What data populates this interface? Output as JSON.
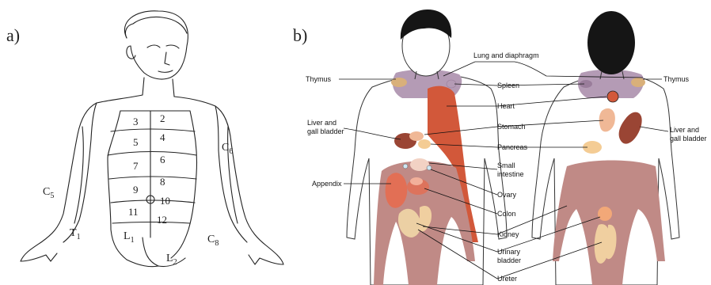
{
  "panel_a": {
    "label": "a)",
    "dermatome_labels": [
      {
        "main": "C",
        "sub": "5"
      },
      {
        "main": "C",
        "sub": "6"
      },
      {
        "main": "T",
        "sub": "1"
      },
      {
        "main": "L",
        "sub": "1"
      },
      {
        "main": "L",
        "sub": "2"
      },
      {
        "main": "C",
        "sub": "8"
      }
    ],
    "segment_numbers": [
      "2",
      "3",
      "4",
      "5",
      "6",
      "7",
      "8",
      "9",
      "10",
      "11",
      "12"
    ]
  },
  "panel_b": {
    "label": "b)",
    "labels": {
      "thymus_left": "Thymus",
      "lung_diaphragm": "Lung and diaphragm",
      "spleen": "Spleen",
      "thymus_right": "Thymus",
      "heart": "Heart",
      "liver_gb_left_1": "Liver and",
      "liver_gb_left_2": "gall bladder",
      "stomach": "Stomach",
      "liver_gb_right_1": "Liver and",
      "liver_gb_right_2": "gall bladder",
      "pancreas": "Pancreas",
      "small_intestine_1": "Small",
      "small_intestine_2": "intestine",
      "appendix": "Appendix",
      "ovary": "Ovary",
      "colon": "Colon",
      "kidney": "Kidney",
      "urinary_bladder_1": "Urinary",
      "urinary_bladder_2": "bladder",
      "ureter": "Ureter"
    },
    "colors": {
      "neck_region": "#b49bb5",
      "thymus": "#d9b07a",
      "heart_arm": "#d2583a",
      "lower_torso": "#c08a86",
      "liver_dark": "#9a4534",
      "stomach": "#f0b896",
      "pancreas": "#f4cc94",
      "small_intestine": "#f2d2c4",
      "appendix": "#e26f55",
      "kidney": "#ecd0a4",
      "ureter": "#f0cfa0"
    }
  }
}
